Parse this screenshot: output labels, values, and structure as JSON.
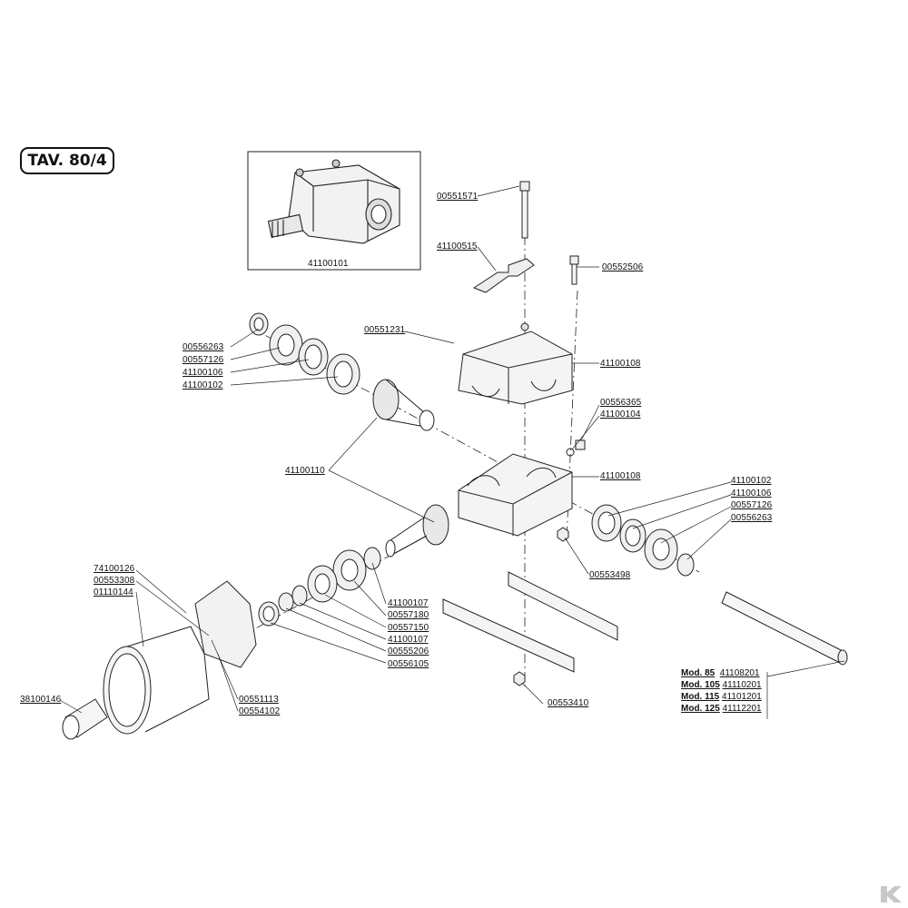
{
  "plate": {
    "label": "TAV. 80/4"
  },
  "assembly": {
    "part": "41100101"
  },
  "labels": {
    "bolt_long": "00551571",
    "bracket": "41100515",
    "bolt_short": "00552506",
    "screw_small": "00551231",
    "left_stack": [
      "00556263",
      "00557126",
      "41100106",
      "41100102"
    ],
    "housing_upper": "41100108",
    "housing_lower": "41100108",
    "plug": [
      "00556365",
      "41100104"
    ],
    "gear_pair": "41100110",
    "right_stack": [
      "41100102",
      "41100106",
      "00557126",
      "00556263"
    ],
    "nut_mid": "00553498",
    "front_stack": [
      "41100107",
      "00557180",
      "00557150",
      "41100107",
      "00555206",
      "00556105"
    ],
    "guard": [
      "74100126",
      "00553308",
      "01110144"
    ],
    "guard_screws": [
      "00551113",
      "00554102"
    ],
    "tube": "38100146",
    "nut_low": "00553410"
  },
  "models": [
    {
      "model": "Mod. 85",
      "code": "41108201"
    },
    {
      "model": "Mod. 105",
      "code": "41110201"
    },
    {
      "model": "Mod. 115",
      "code": "41101201"
    },
    {
      "model": "Mod. 125",
      "code": "41112201"
    }
  ]
}
